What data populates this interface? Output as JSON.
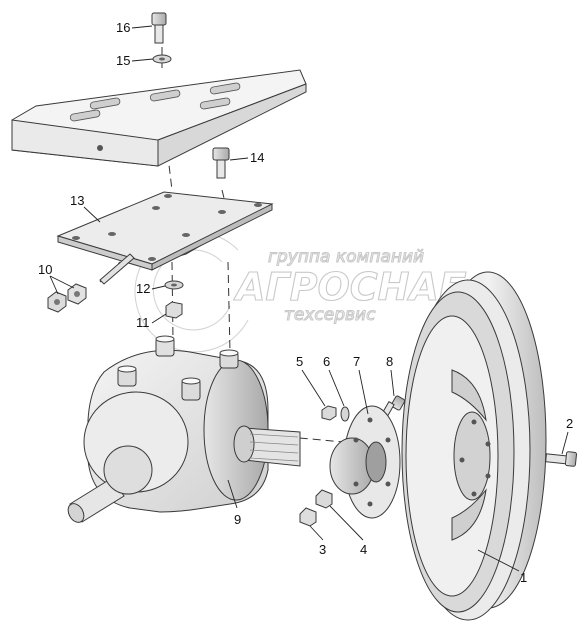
{
  "watermark": {
    "line1": "группа компаний",
    "line2": "АГРОСНАБ",
    "line3": "техсервис"
  },
  "parts": [
    {
      "n": "1",
      "name": "pulley"
    },
    {
      "n": "2",
      "name": "pulley-bolt"
    },
    {
      "n": "3",
      "name": "nut"
    },
    {
      "n": "4",
      "name": "nut"
    },
    {
      "n": "5",
      "name": "nut"
    },
    {
      "n": "6",
      "name": "washer"
    },
    {
      "n": "7",
      "name": "hub"
    },
    {
      "n": "8",
      "name": "bolt"
    },
    {
      "n": "9",
      "name": "gearbox"
    },
    {
      "n": "10",
      "name": "nuts"
    },
    {
      "n": "11",
      "name": "nut"
    },
    {
      "n": "12",
      "name": "washer"
    },
    {
      "n": "13",
      "name": "mounting-plate"
    },
    {
      "n": "14",
      "name": "bolt"
    },
    {
      "n": "15",
      "name": "washer"
    },
    {
      "n": "16",
      "name": "bolt"
    }
  ]
}
